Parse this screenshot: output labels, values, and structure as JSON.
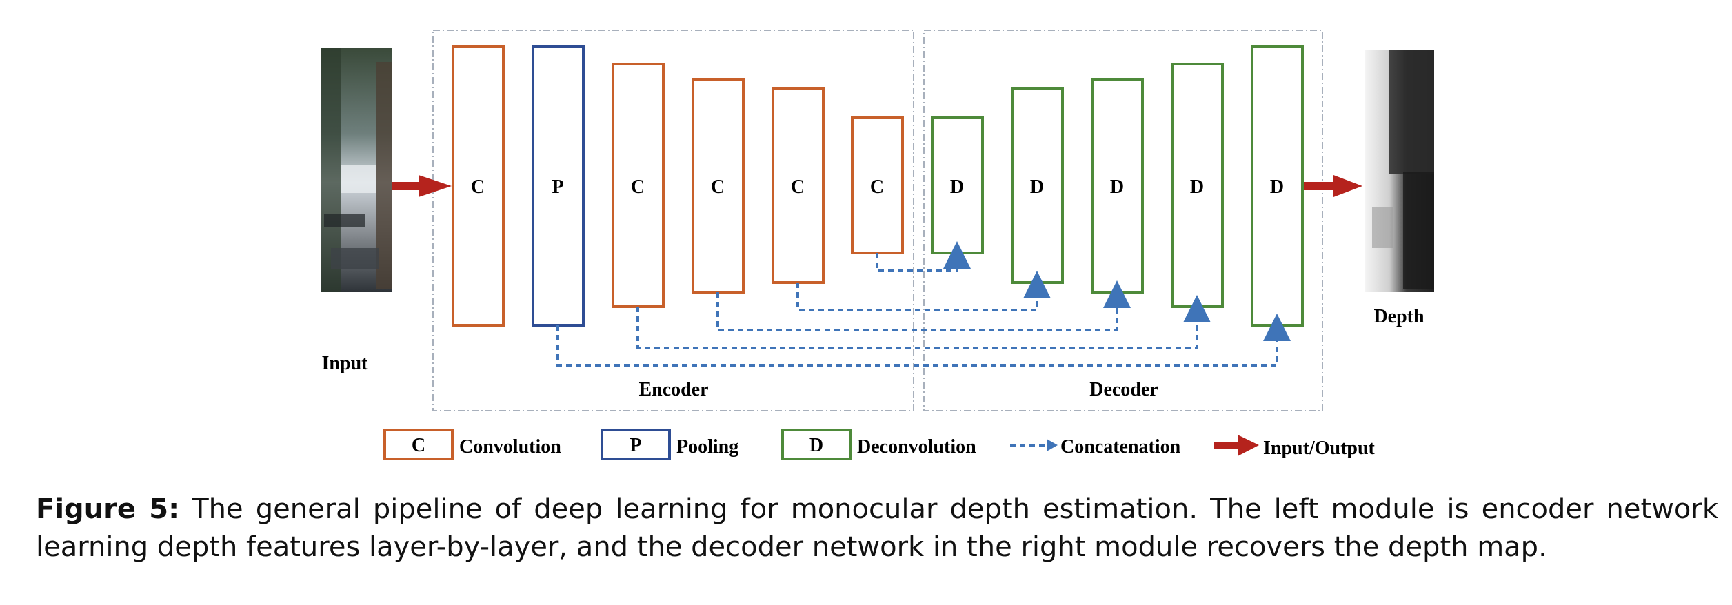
{
  "figure": {
    "input_label": "Input",
    "output_label": "Depth",
    "encoder_label": "Encoder",
    "decoder_label": "Decoder",
    "encoder_blocks": [
      {
        "letter": "C",
        "kind": "convolution"
      },
      {
        "letter": "P",
        "kind": "pooling"
      },
      {
        "letter": "C",
        "kind": "convolution"
      },
      {
        "letter": "C",
        "kind": "convolution"
      },
      {
        "letter": "C",
        "kind": "convolution"
      },
      {
        "letter": "C",
        "kind": "convolution"
      }
    ],
    "decoder_blocks": [
      {
        "letter": "D",
        "kind": "deconvolution"
      },
      {
        "letter": "D",
        "kind": "deconvolution"
      },
      {
        "letter": "D",
        "kind": "deconvolution"
      },
      {
        "letter": "D",
        "kind": "deconvolution"
      },
      {
        "letter": "D",
        "kind": "deconvolution"
      }
    ],
    "colors": {
      "convolution": "#C8602A",
      "pooling": "#2E4D94",
      "deconvolution": "#4E8A3A",
      "concatenation": "#3F74B8",
      "io_arrow": "#B5231D",
      "module_border": "#A8B0BC"
    }
  },
  "legend": {
    "convolution_letter": "C",
    "convolution_label": "Convolution",
    "pooling_letter": "P",
    "pooling_label": "Pooling",
    "deconvolution_letter": "D",
    "deconvolution_label": "Deconvolution",
    "concatenation_label": "Concatenation",
    "io_label": "Input/Output"
  },
  "caption": {
    "label": "Figure 5:",
    "text": "The general pipeline of deep learning for monocular depth estimation.  The left module is encoder network learning depth features layer-by-layer, and the decoder network in the right module recovers the depth map."
  }
}
